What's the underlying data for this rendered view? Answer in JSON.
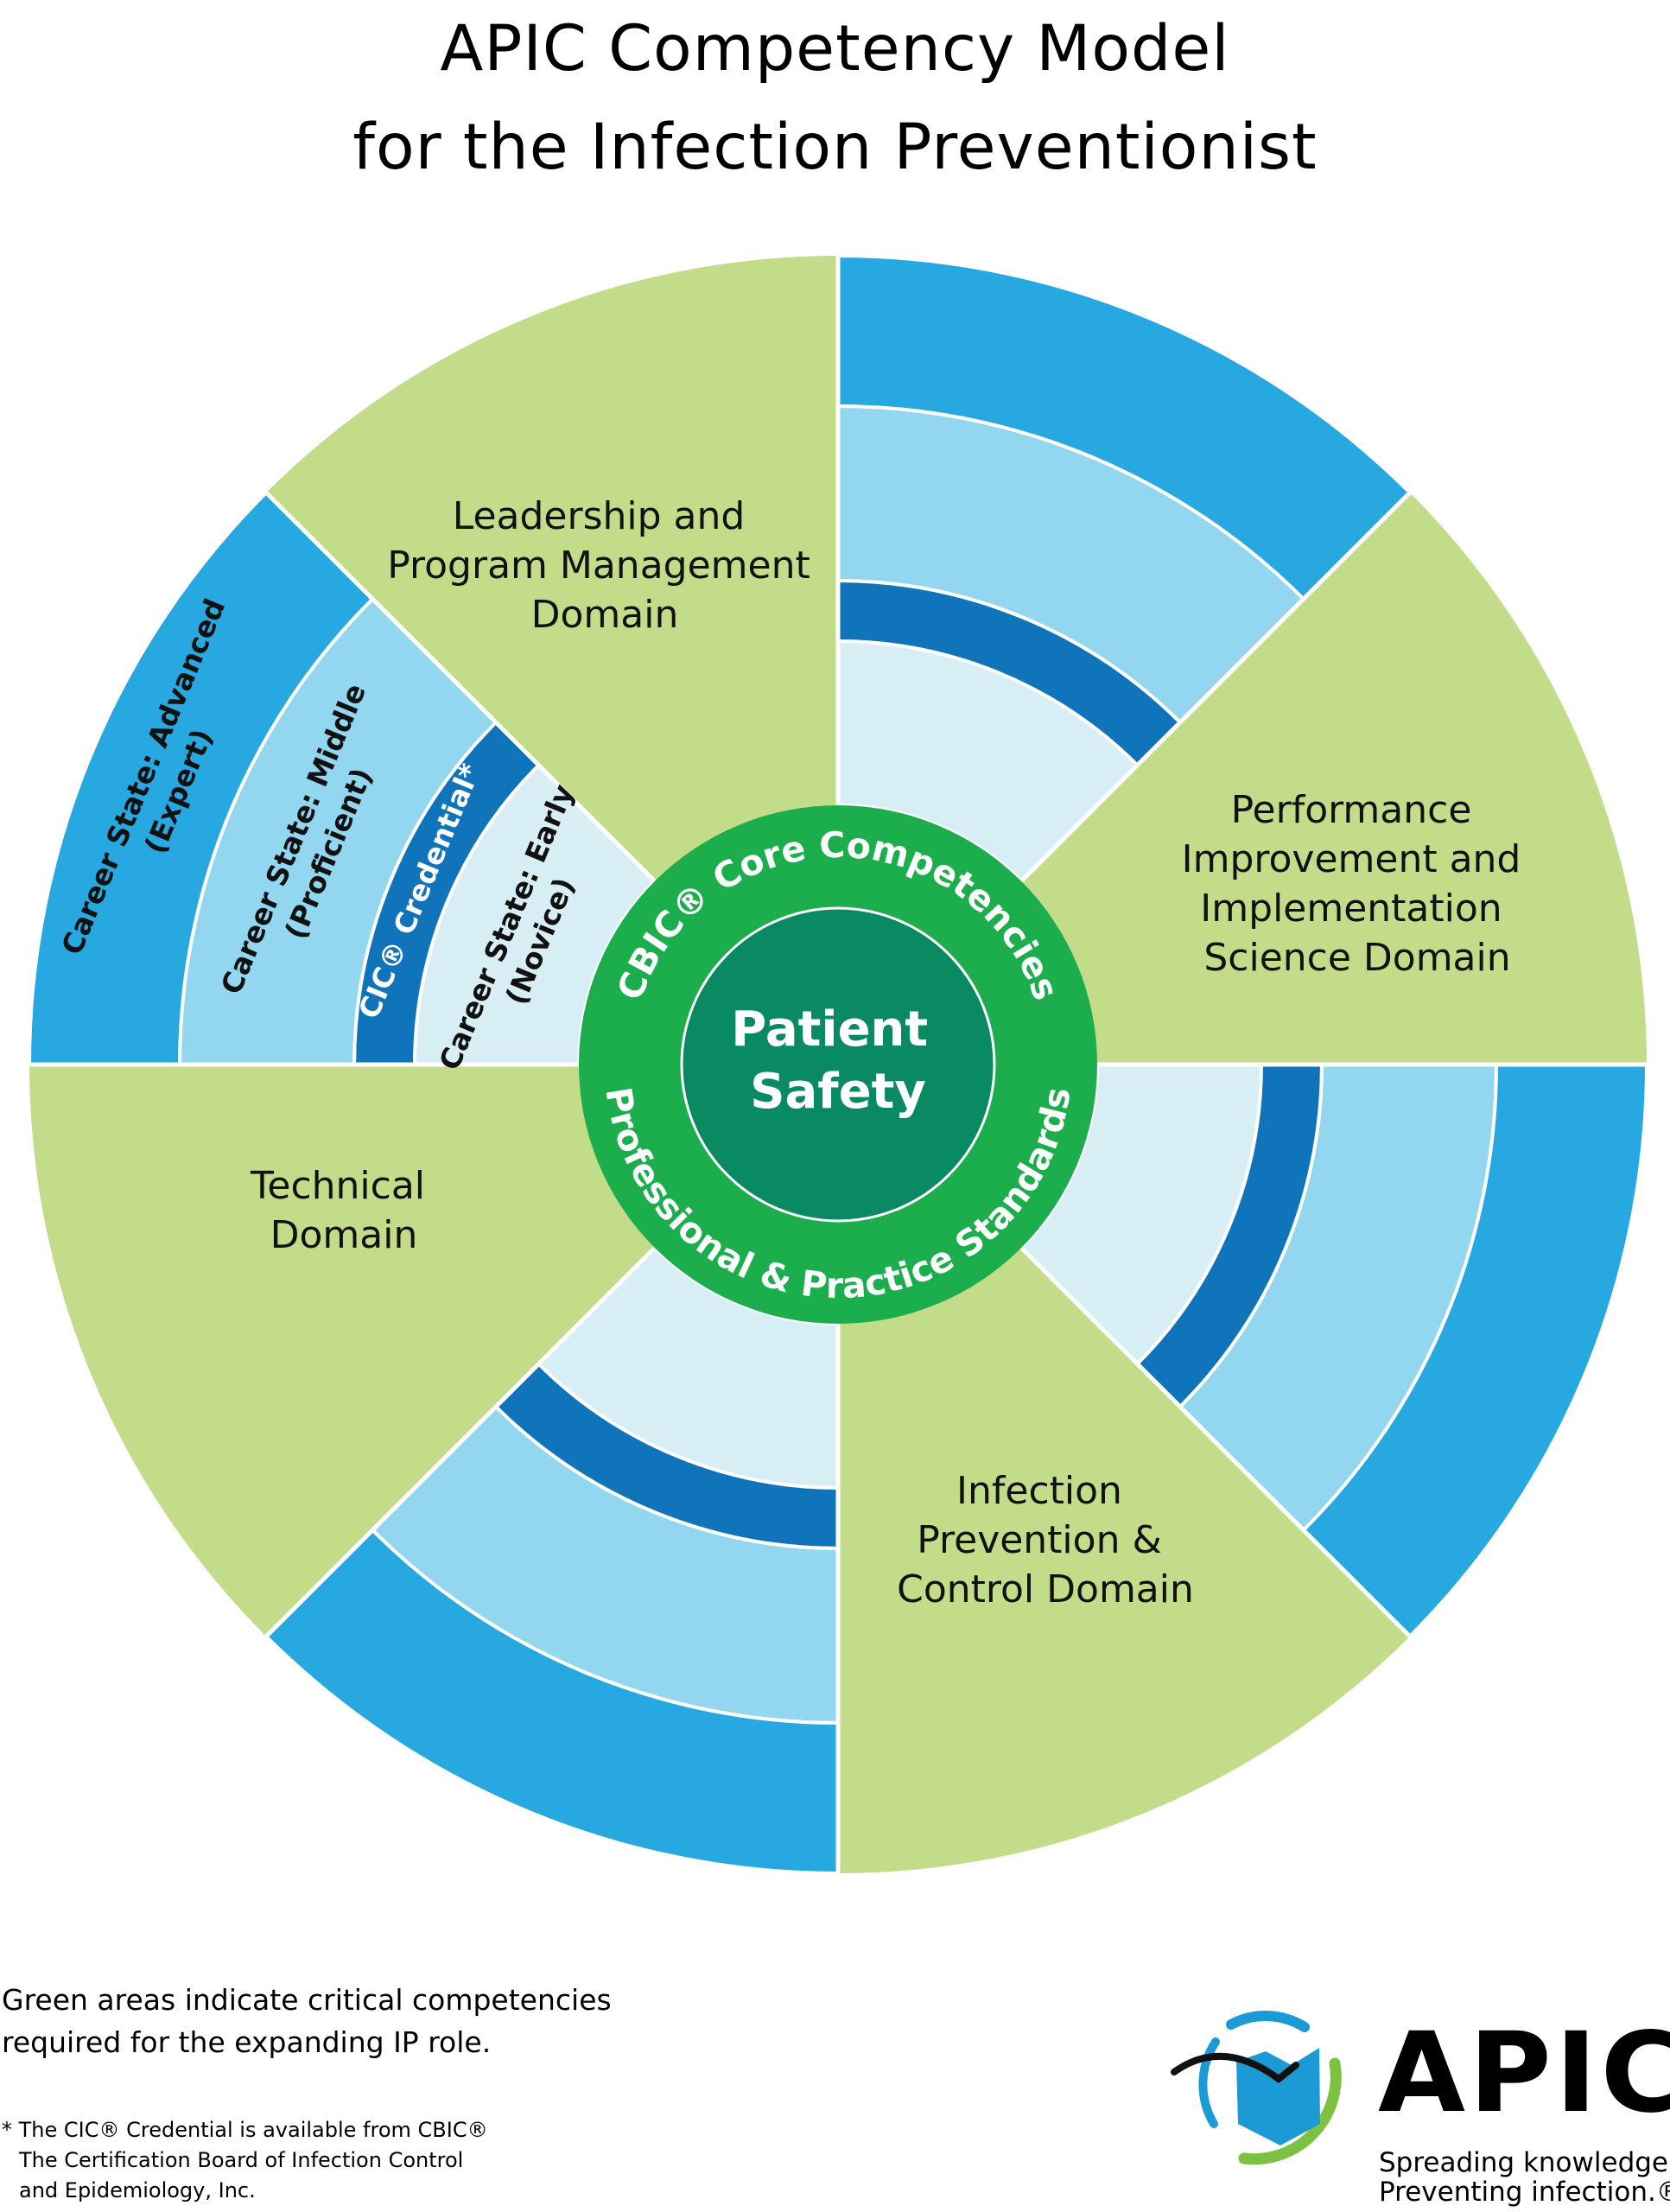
{
  "title": {
    "line1": "APIC Competency Model",
    "line2": "for the Infection Preventionist"
  },
  "colors": {
    "domain_green": "#c2dc8a",
    "advanced_blue": "#28a8e0",
    "middle_blue": "#92d6ef",
    "credential_blue": "#1074bb",
    "early_blue": "#d7eef5",
    "core_ring_green": "#1cae4c",
    "center_green": "#0a8a62",
    "divider": "#ffffff"
  },
  "center": {
    "line1": "Patient",
    "line2": "Safety"
  },
  "core_ring": {
    "top_text": "CBIC® Core Competencies",
    "bottom_text": "Professional & Practice Standards"
  },
  "domains": [
    {
      "id": "leadership",
      "lines": [
        "Leadership and",
        "Program Management",
        "Domain"
      ]
    },
    {
      "id": "performance",
      "lines": [
        "Performance",
        "Improvement and",
        "Implementation",
        "Science Domain"
      ]
    },
    {
      "id": "infection-prevention",
      "lines": [
        "Infection",
        "Prevention &",
        "Control Domain"
      ]
    },
    {
      "id": "technical",
      "lines": [
        "Technical",
        "Domain"
      ]
    }
  ],
  "career_rings": [
    {
      "id": "advanced",
      "lines": [
        "Career State: Advanced",
        "(Expert)"
      ]
    },
    {
      "id": "middle",
      "lines": [
        "Career State: Middle",
        "(Proficient)"
      ]
    },
    {
      "id": "credential",
      "lines": [
        "CIC® Credential*"
      ]
    },
    {
      "id": "early",
      "lines": [
        "Career State: Early",
        "(Novice)"
      ]
    }
  ],
  "note": {
    "line1": "Green areas indicate critical competencies",
    "line2": "required for the expanding IP role."
  },
  "footnote": {
    "line1": "* The CIC® Credential is available from CBIC®",
    "line2": "The Certification Board of Infection Control",
    "line3": "and Epidemiology, Inc."
  },
  "logo": {
    "wordmark": "APIC",
    "tagline1": "Spreading knowledge.",
    "tagline2": "Preventing infection.®"
  }
}
